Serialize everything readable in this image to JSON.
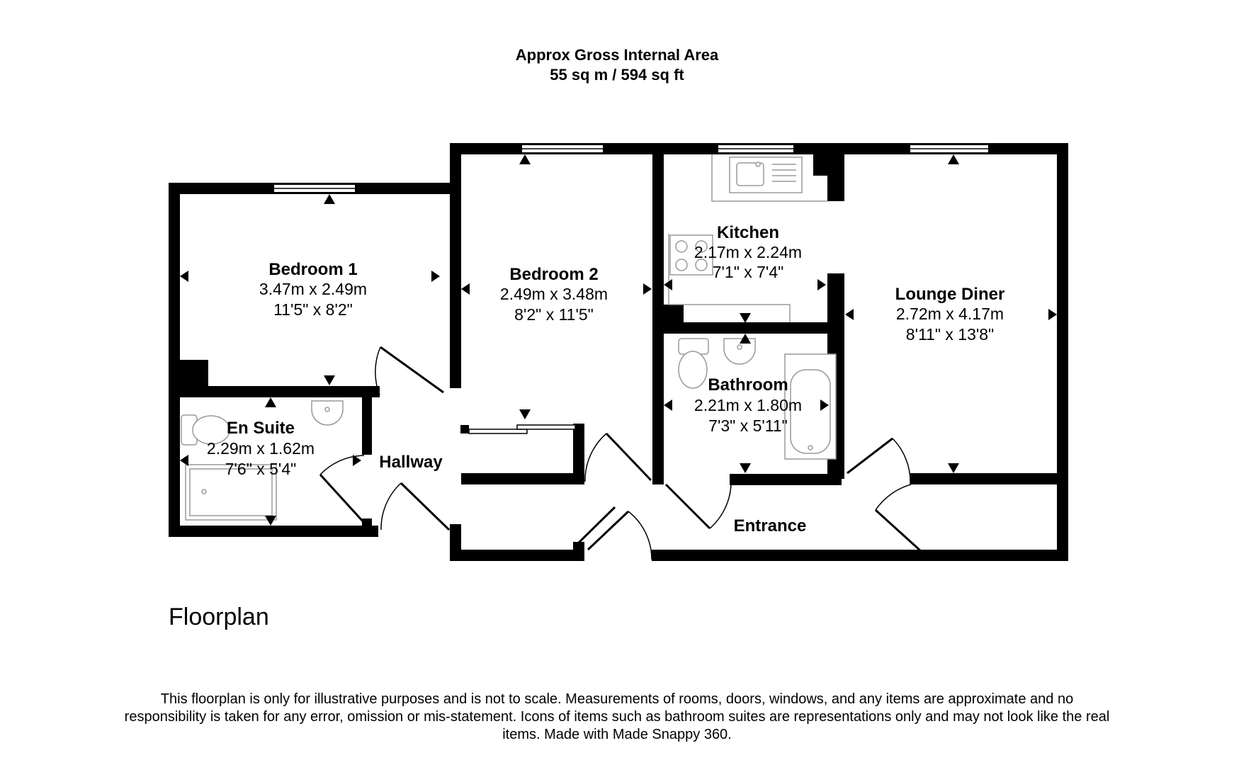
{
  "header": {
    "line1": "Approx Gross Internal Area",
    "line2": "55 sq m / 594 sq ft"
  },
  "rooms": [
    {
      "id": "bedroom-1",
      "name": "Bedroom 1",
      "metric": "3.47m x 2.49m",
      "imperial": "11'5\" x 8'2\""
    },
    {
      "id": "bedroom-2",
      "name": "Bedroom 2",
      "metric": "2.49m x 3.48m",
      "imperial": "8'2\" x 11'5\""
    },
    {
      "id": "kitchen",
      "name": "Kitchen",
      "metric": "2.17m x 2.24m",
      "imperial": "7'1\" x 7'4\""
    },
    {
      "id": "lounge-diner",
      "name": "Lounge Diner",
      "metric": "2.72m x 4.17m",
      "imperial": "8'11\" x 13'8\""
    },
    {
      "id": "bathroom",
      "name": "Bathroom",
      "metric": "2.21m x 1.80m",
      "imperial": "7'3\" x 5'11\""
    },
    {
      "id": "en-suite",
      "name": "En Suite",
      "metric": "2.29m x 1.62m",
      "imperial": "7'6\" x 5'4\""
    },
    {
      "id": "hallway",
      "name": "Hallway"
    },
    {
      "id": "entrance",
      "name": "Entrance"
    }
  ],
  "caption": "Floorplan",
  "disclaimer": "This floorplan is only for illustrative purposes and is not to scale. Measurements of rooms, doors, windows, and any items are approximate and no responsibility is taken for any error, omission or mis-statement. Icons of items such as bathroom suites are representations only and may not look like the real items. Made with Made Snappy 360.",
  "colors": {
    "wall": "#000000",
    "fixture": "#9a9a9a",
    "background": "#ffffff"
  }
}
